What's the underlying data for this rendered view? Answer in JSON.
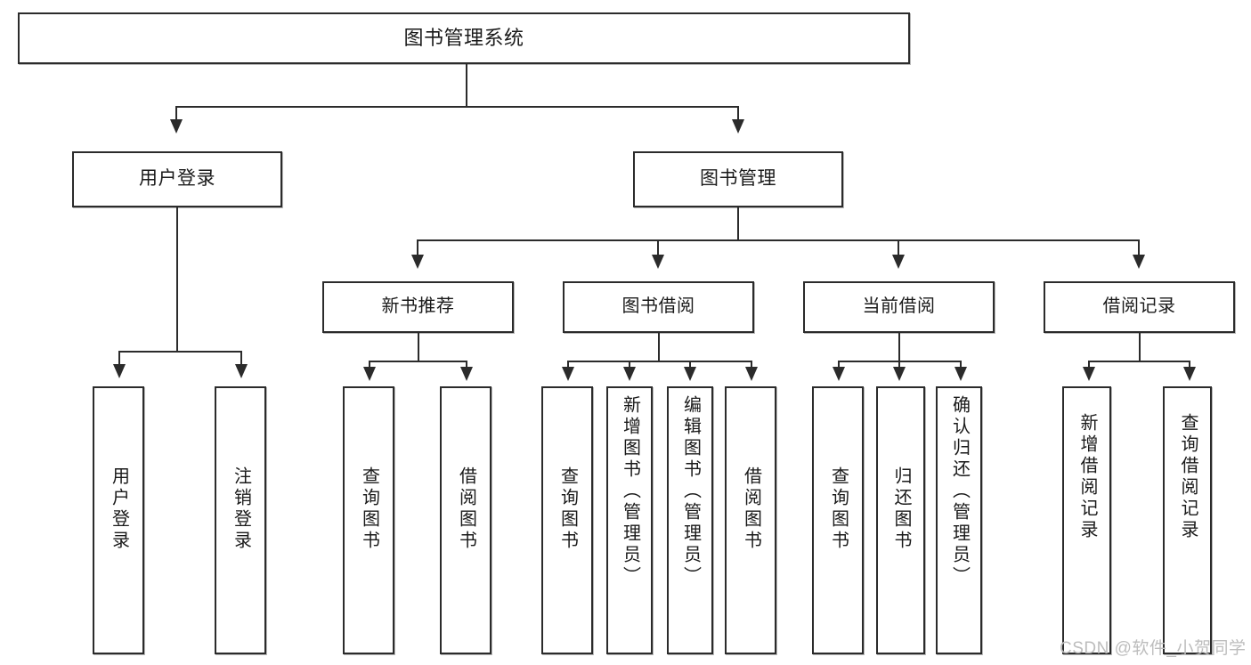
{
  "diagram": {
    "title": "图书管理系统",
    "type": "tree",
    "watermark": "CSDN @软件_小贺同学",
    "colors": {
      "box_border": "#2b2b2b",
      "box_fill": "#ffffff",
      "connector": "#2b2b2b",
      "text": "#1a1a1a",
      "watermark": "#bdbdbd",
      "background": "#ffffff"
    },
    "nodes": {
      "root": {
        "label": "图书管理系统"
      },
      "level2": [
        {
          "id": "user-login",
          "label": "用户登录"
        },
        {
          "id": "book-management",
          "label": "图书管理"
        }
      ],
      "level3": [
        {
          "id": "new-book-recommend",
          "label": "新书推荐"
        },
        {
          "id": "book-borrow",
          "label": "图书借阅"
        },
        {
          "id": "current-borrow",
          "label": "当前借阅"
        },
        {
          "id": "borrow-record",
          "label": "借阅记录"
        }
      ],
      "leaves": [
        {
          "id": "leaf-user-login",
          "parent": "user-login",
          "label": "用户登录"
        },
        {
          "id": "leaf-logout-login",
          "parent": "user-login",
          "label": "注销登录"
        },
        {
          "id": "leaf-query-book-1",
          "parent": "new-book-recommend",
          "label": "查询图书"
        },
        {
          "id": "leaf-borrow-book-1",
          "parent": "new-book-recommend",
          "label": "借阅图书"
        },
        {
          "id": "leaf-query-book-2",
          "parent": "book-borrow",
          "label": "查询图书"
        },
        {
          "id": "leaf-add-book-admin",
          "parent": "book-borrow",
          "label": "新增图书（管理员）"
        },
        {
          "id": "leaf-edit-book-admin",
          "parent": "book-borrow",
          "label": "编辑图书（管理员）"
        },
        {
          "id": "leaf-borrow-book-2",
          "parent": "book-borrow",
          "label": "借阅图书"
        },
        {
          "id": "leaf-query-book-3",
          "parent": "current-borrow",
          "label": "查询图书"
        },
        {
          "id": "leaf-return-book",
          "parent": "current-borrow",
          "label": "归还图书"
        },
        {
          "id": "leaf-confirm-return-admin",
          "parent": "current-borrow",
          "label": "确认归还（管理员）"
        },
        {
          "id": "leaf-add-borrow-record",
          "parent": "borrow-record",
          "label": "新增借阅记录"
        },
        {
          "id": "leaf-query-borrow-record",
          "parent": "borrow-record",
          "label": "查询借阅记录"
        }
      ]
    }
  }
}
